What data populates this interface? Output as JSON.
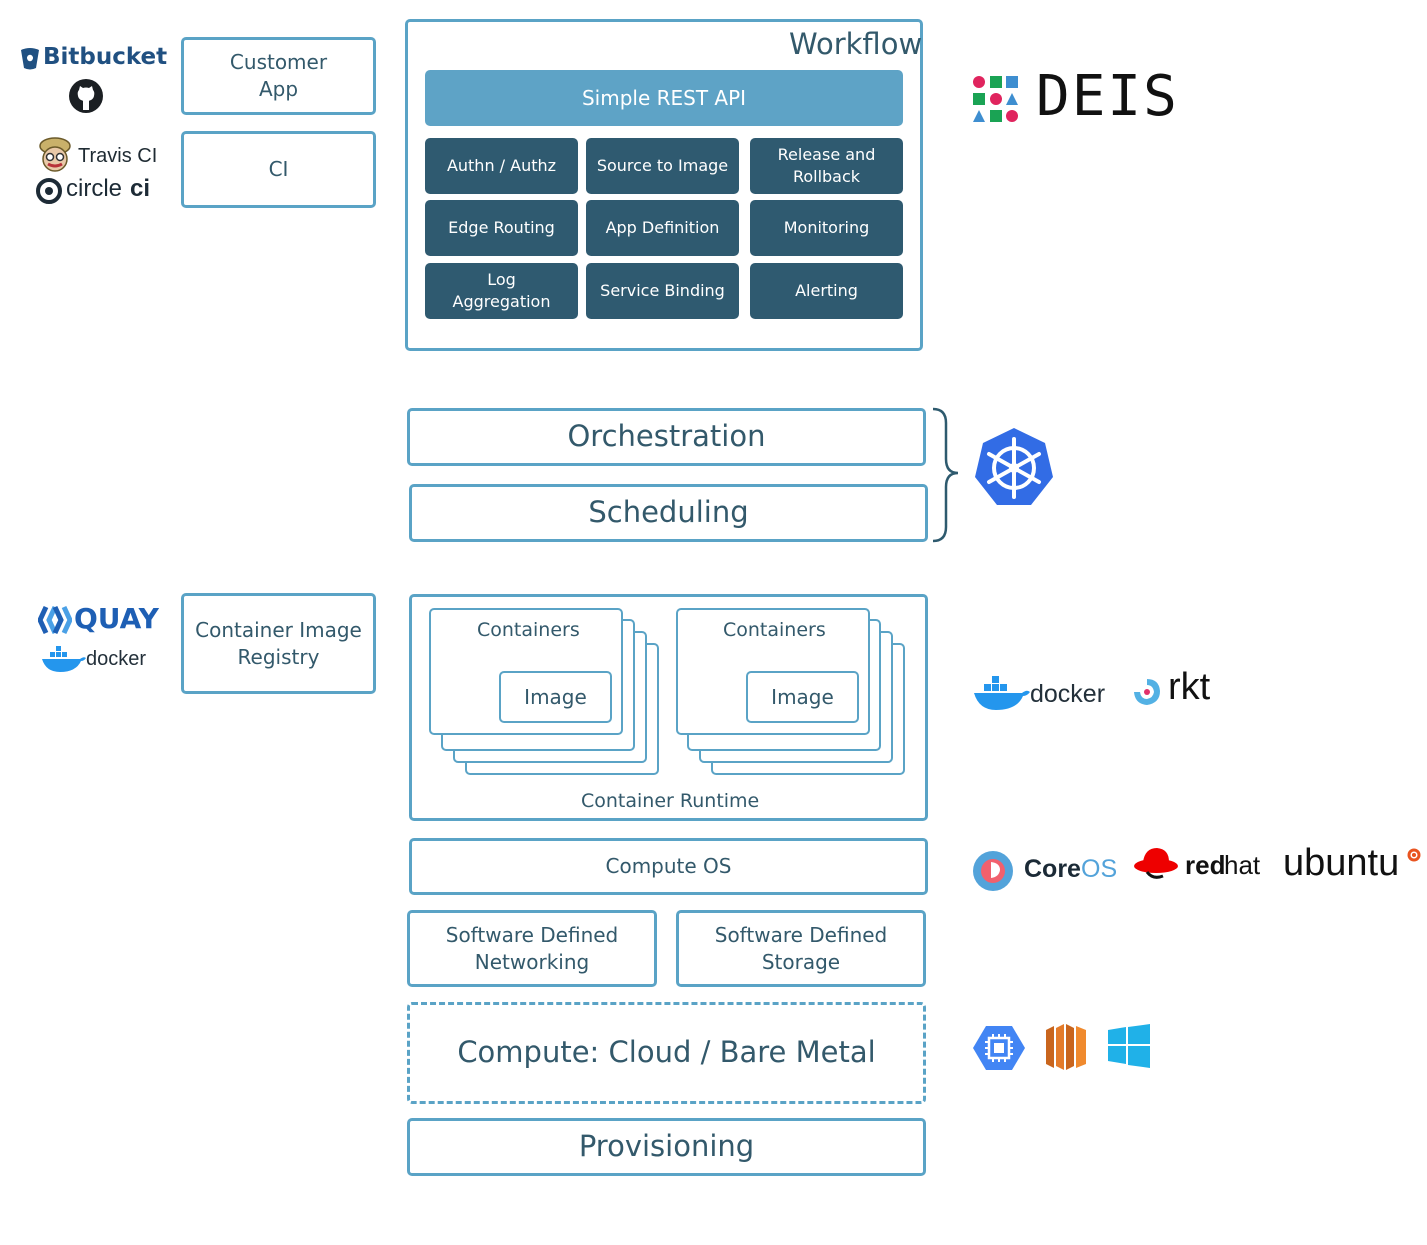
{
  "logos": {
    "bitbucket": "Bitbucket",
    "travis": "Travis CI",
    "circleci_a": "circle",
    "circleci_b": "ci",
    "deis": "DEIS",
    "quay": "QUAY",
    "docker_left": "docker",
    "docker_right": "docker",
    "rkt": "rkt",
    "coreos_a": "Core",
    "coreos_b": "OS",
    "redhat_a": "red",
    "redhat_b": "hat",
    "ubuntu": "ubuntu"
  },
  "left": {
    "customer_app": "Customer\nApp",
    "ci": "CI",
    "registry": "Container Image\nRegistry"
  },
  "workflow": {
    "title": "Workflow",
    "api": "Simple REST API",
    "items": [
      "Authn / Authz",
      "Source to Image",
      "Release and\nRollback",
      "Edge Routing",
      "App Definition",
      "Monitoring",
      "Log\nAggregation",
      "Service Binding",
      "Alerting"
    ]
  },
  "stack": {
    "orchestration": "Orchestration",
    "scheduling": "Scheduling",
    "containers_1": "Containers",
    "containers_2": "Containers",
    "image_1": "Image",
    "image_2": "Image",
    "runtime": "Container Runtime",
    "compute_os": "Compute OS",
    "networking": "Software Defined\nNetworking",
    "storage": "Software Defined\nStorage",
    "compute": "Compute: Cloud / Bare Metal",
    "provisioning": "Provisioning"
  }
}
